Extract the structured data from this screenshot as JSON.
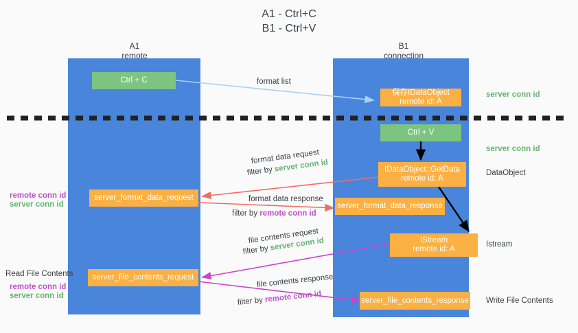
{
  "title": {
    "line1": "A1 - Ctrl+C",
    "line2": "B1 - Ctrl+V"
  },
  "columns": [
    {
      "name": "A1",
      "sub": "remote"
    },
    {
      "name": "B1",
      "sub": "connection"
    }
  ],
  "nodes": {
    "ctrl_c": "Ctrl + C",
    "ctrl_v": "Ctrl + V",
    "save_idataobject": "保存IDataObject\nremote id: A",
    "idataobject_getdata": "IDataObject::GetData\nremote id: A",
    "istream": "IStream\nremote id: A",
    "server_format_data_request": "server_format_data_request",
    "server_format_data_response": "server_format_data_response",
    "server_file_contents_request": "server_file_contents_request",
    "server_file_contents_response": "server_file_contents_response"
  },
  "edge_labels": {
    "format_list": "format list",
    "format_data_request": "format data request",
    "format_data_request_filter_prefix": "filter by ",
    "format_data_request_filter_key": "server conn id",
    "format_data_response": "format data response",
    "format_data_response_filter_prefix": "filter by ",
    "format_data_response_filter_key": "remote conn id",
    "file_contents_request": "file contents request",
    "file_contents_request_filter_prefix": "filter by ",
    "file_contents_request_filter_key": "server conn id",
    "file_contents_response": "file contents response",
    "file_contents_response_filter_prefix": "filter by ",
    "file_contents_response_filter_key": "remote conn id"
  },
  "right_labels": {
    "server_conn_id_top": "server conn id",
    "server_conn_id_mid": "server conn id",
    "data_object": "DataObject",
    "istream": "Istream",
    "write_file_contents": "Write File Contents"
  },
  "left_labels": {
    "remote_conn_id_1": "remote conn id",
    "server_conn_id_1": "server conn id",
    "read_file_contents": "Read File Contents",
    "remote_conn_id_2": "remote conn id",
    "server_conn_id_2": "server conn id"
  },
  "colors": {
    "lane": "#4a85dc",
    "node_green": "#7cc47f",
    "node_orange": "#fbb043",
    "accent_green_text": "#66b572",
    "accent_purple_text": "#c14fd0",
    "edge_blue": "#a9d1f0",
    "edge_red": "#ef6e63",
    "edge_magenta": "#cc44cc",
    "edge_black": "#000000",
    "background": "#fafafa"
  }
}
